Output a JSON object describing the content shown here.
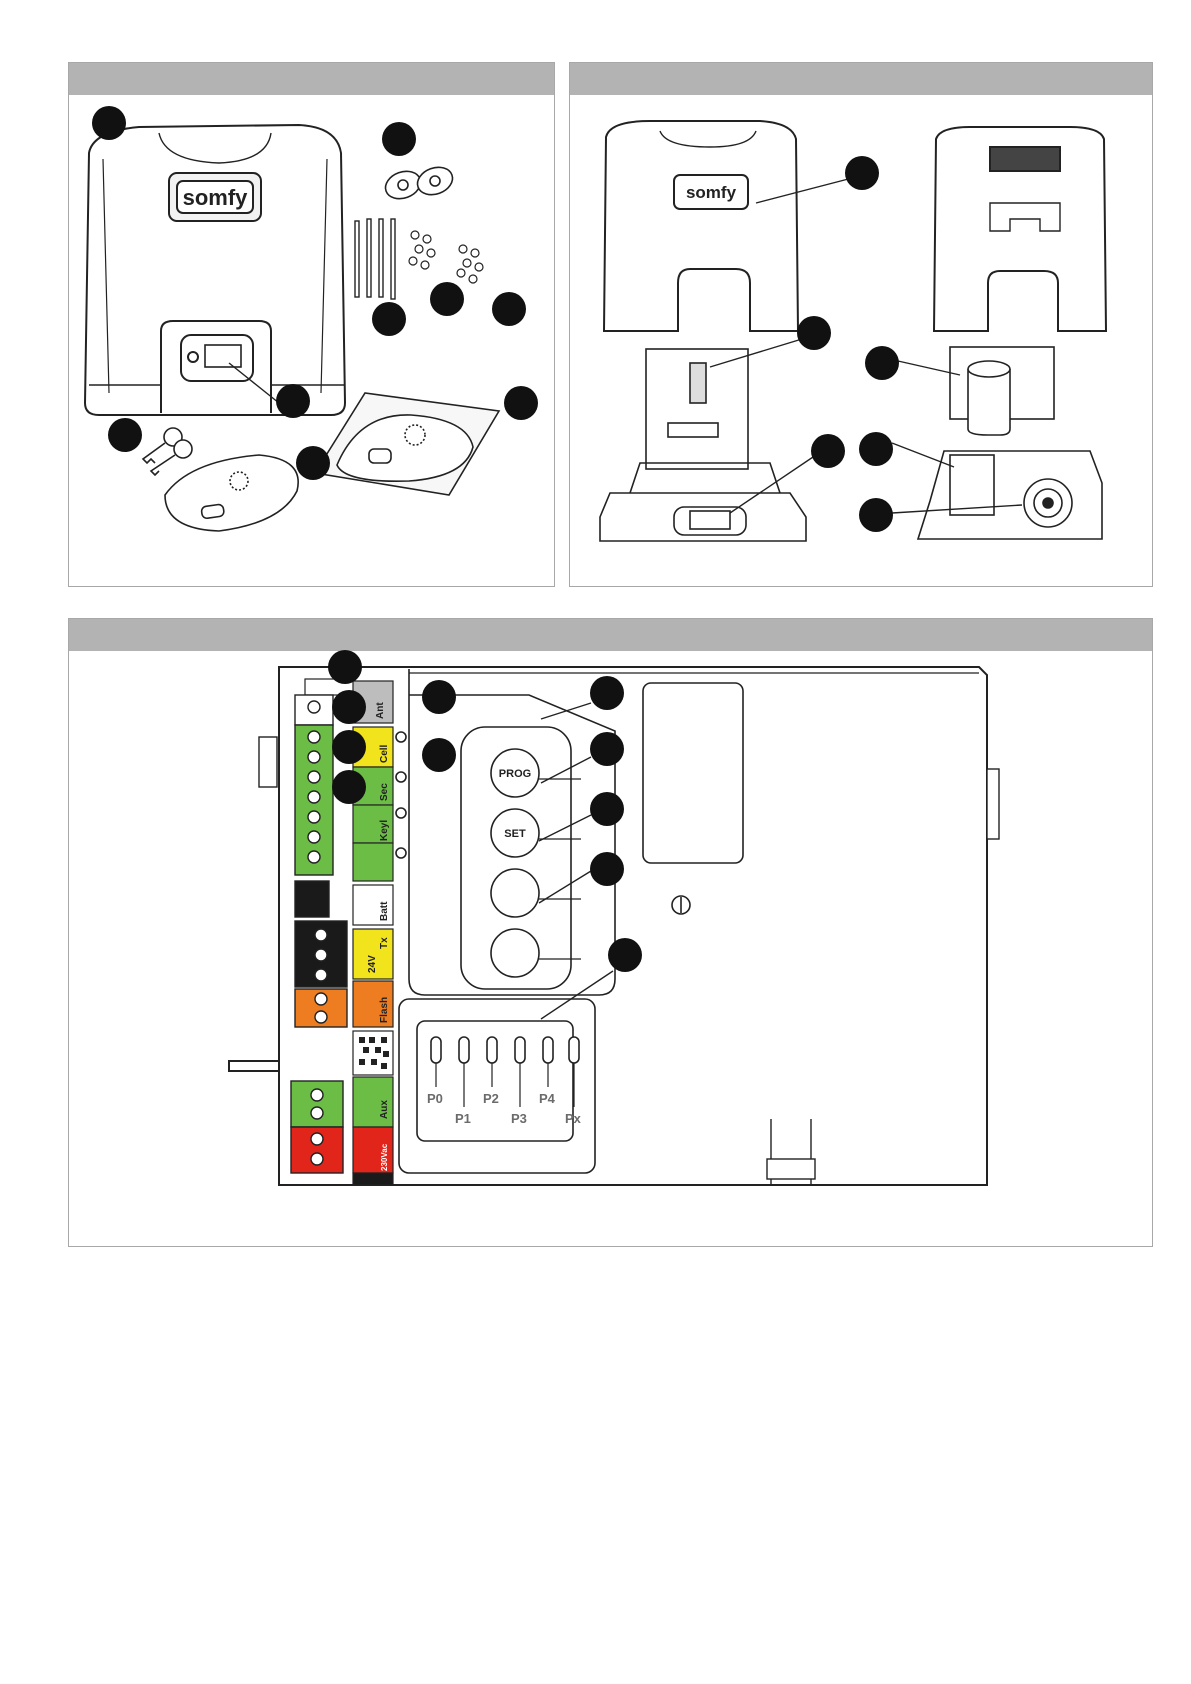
{
  "panels": [
    {
      "id": "panel-1",
      "header": ""
    },
    {
      "id": "panel-2",
      "header": ""
    },
    {
      "id": "panel-3",
      "header": ""
    }
  ],
  "brand": {
    "logo_text": "somfy"
  },
  "colors": {
    "header_gray": "#b3b3b3",
    "callout": "#111111",
    "terminal_green": "#6cbd45",
    "terminal_yellow": "#f1e41c",
    "terminal_orange": "#ee7d22",
    "terminal_red": "#e1251b",
    "terminal_black": "#1a1a1a",
    "antenna_gray": "#bdbdbd"
  },
  "terminal_labels": {
    "ant": "Ant",
    "cell": "Cell",
    "sec": "Sec",
    "keyl": "Keyl",
    "batt": "Batt",
    "tx": "Tx",
    "v24": "24V",
    "flash": "Flash",
    "aux": "Aux",
    "mains": "230Vac"
  },
  "buttons": {
    "prog": "PROG",
    "set": "SET"
  },
  "dip_labels_top": [
    "P0",
    "P2",
    "P4"
  ],
  "dip_labels_bottom": [
    "P1",
    "P3",
    "Px"
  ]
}
